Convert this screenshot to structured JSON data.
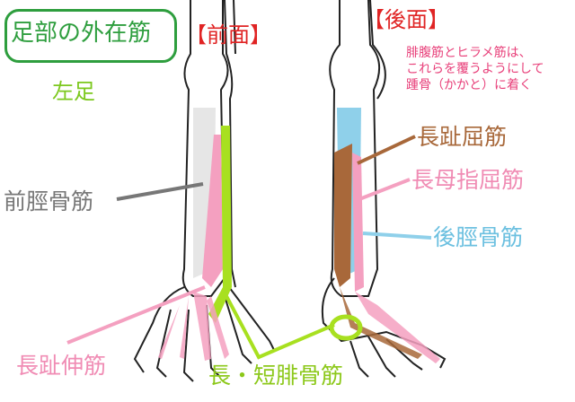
{
  "title": "足部の外在筋",
  "front_label": "【前面】",
  "back_label": "【後面】",
  "side_label": "左足",
  "note": [
    "腓腹筋とヒラメ筋は、",
    "これらを覆うようにして",
    "踵骨（かかと）に着く"
  ],
  "muscles": {
    "tibialis_anterior": "前脛骨筋",
    "extensor_digitorum_longus": "長趾伸筋",
    "peroneus": "長・短腓骨筋",
    "flexor_digitorum_longus": "長趾屈筋",
    "flexor_hallucis_longus": "長母指屈筋",
    "tibialis_posterior": "後脛骨筋"
  },
  "colors": {
    "title": "#2e9e3e",
    "view": "#e02424",
    "note": "#e8407a",
    "tibialis_anterior": "#777777",
    "extensor": "#f4a0c0",
    "peroneus": "#a8e020",
    "flexor_digitorum": "#a8683a",
    "flexor_hallucis": "#f4a0c0",
    "tibialis_posterior": "#8fd0ea"
  }
}
